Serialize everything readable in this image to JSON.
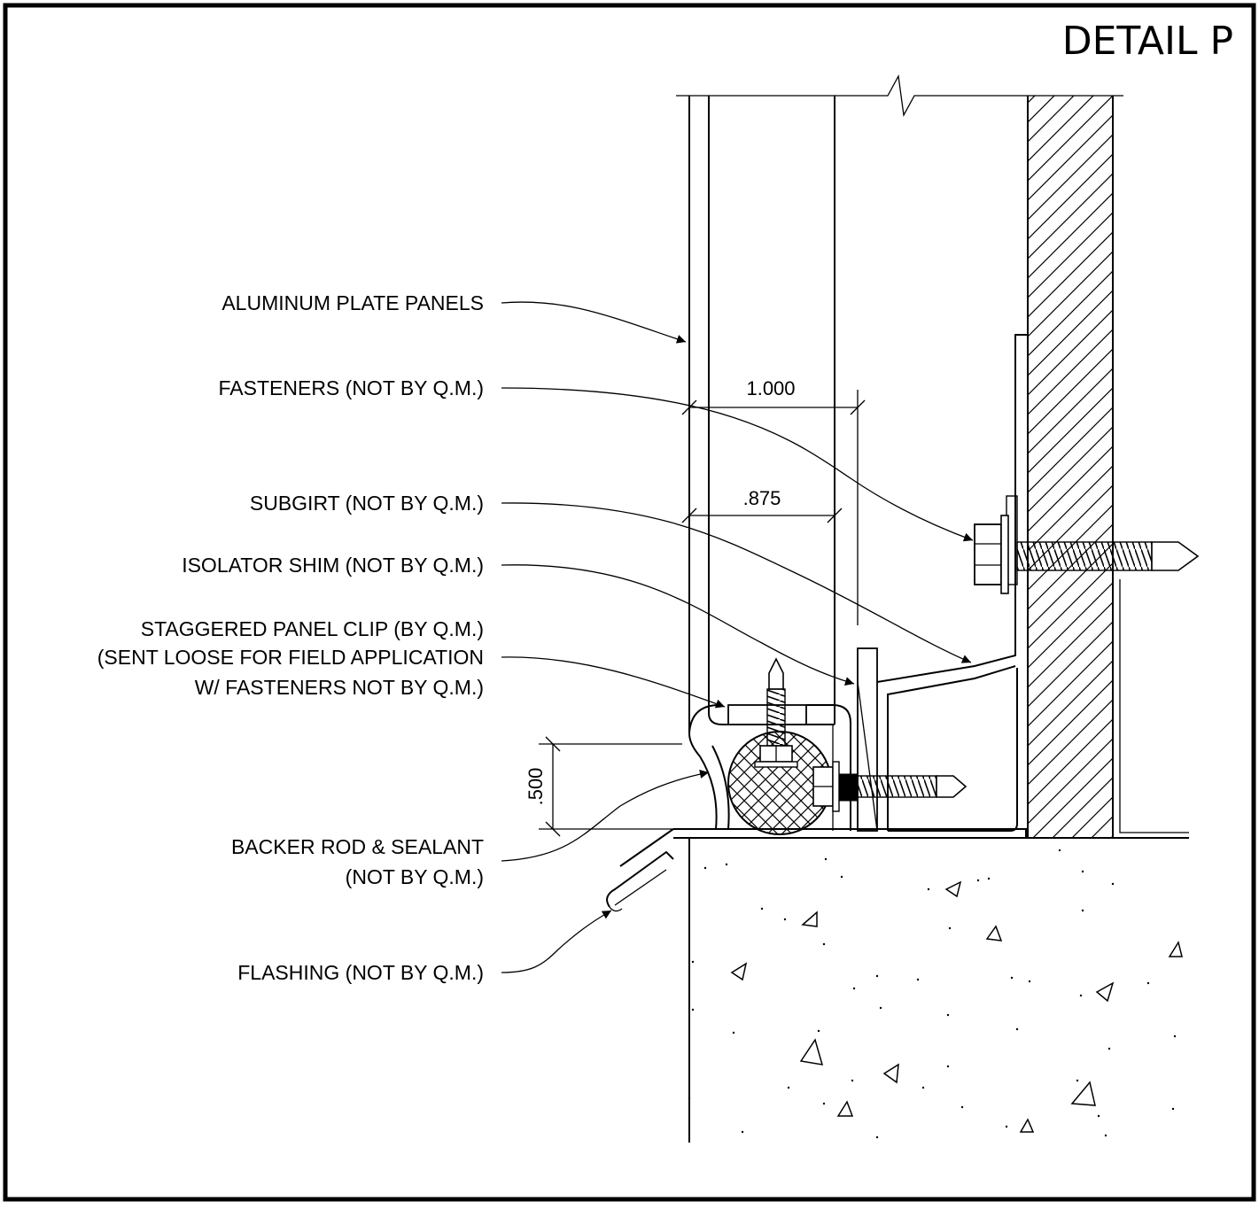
{
  "title": "DETAIL P",
  "labels": {
    "aluminum_panels": "ALUMINUM PLATE  PANELS",
    "fasteners": "FASTENERS (NOT BY Q.M.)",
    "subgirt": "SUBGIRT (NOT BY Q.M.)",
    "isolator_shim": "ISOLATOR SHIM (NOT BY Q.M.)",
    "panel_clip_line1": "STAGGERED PANEL CLIP (BY Q.M.)",
    "panel_clip_line2": "(SENT LOOSE FOR FIELD APPLICATION",
    "panel_clip_line3": "W/ FASTENERS NOT BY Q.M.)",
    "backer_rod_line1": "BACKER ROD & SEALANT",
    "backer_rod_line2": "(NOT BY Q.M.)",
    "flashing": "FLASHING (NOT BY Q.M.)"
  },
  "dimensions": {
    "overall_depth": "1.000",
    "panel_depth": ".875",
    "joint_gap": ".500"
  }
}
